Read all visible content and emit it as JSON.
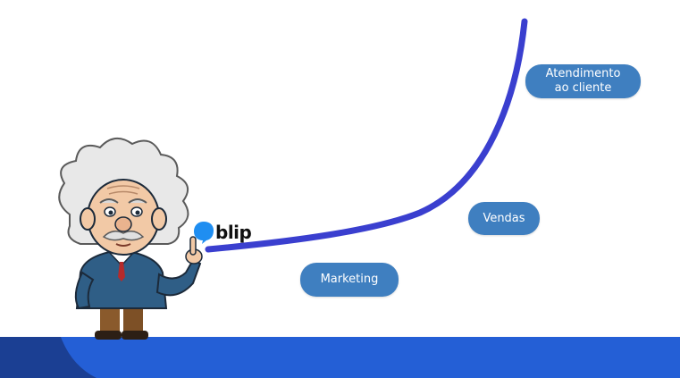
{
  "logo": {
    "text": "blip",
    "icon": "speech-bubble-icon"
  },
  "stages": {
    "marketing": "Marketing",
    "vendas": "Vendas",
    "atendimento_line1": "Atendimento",
    "atendimento_line2": "ao cliente"
  },
  "colors": {
    "curve": "#3a3fcf",
    "pill": "#3f7fc0",
    "band": "#245fd6",
    "band_dark": "#1b3f93",
    "logo_icon": "#1f8ef1"
  },
  "illustration": "einstein-cartoon"
}
